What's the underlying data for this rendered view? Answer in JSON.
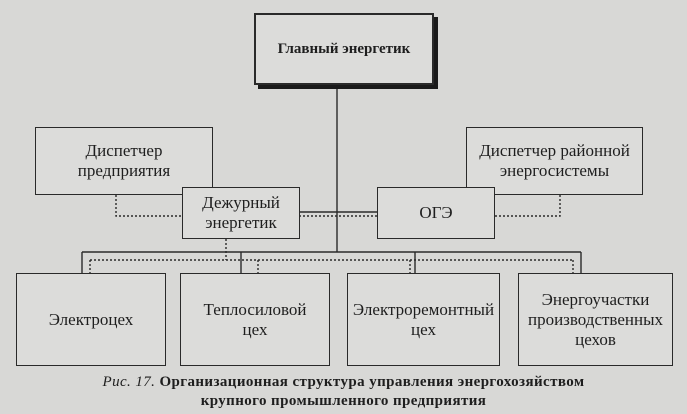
{
  "diagram": {
    "head": "Главный энергетик",
    "dispatcher_left": [
      "Диспетчер",
      "предприятия"
    ],
    "dispatcher_right": [
      "Диспетчер районной",
      "энергосистемы"
    ],
    "duty": [
      "Дежурный",
      "энергетик"
    ],
    "oge": "ОГЭ",
    "units": [
      {
        "lines": [
          "Электроцех"
        ]
      },
      {
        "lines": [
          "Теплосиловой",
          "цех"
        ]
      },
      {
        "lines": [
          "Электроремонтный",
          "цех"
        ]
      },
      {
        "lines": [
          "Энергоучастки",
          "производственных",
          "цехов"
        ]
      }
    ]
  },
  "caption": {
    "label": "Рис. 17.",
    "line1": "Организационная структура управления энергохозяйством",
    "line2": "крупного промышленного предприятия"
  }
}
